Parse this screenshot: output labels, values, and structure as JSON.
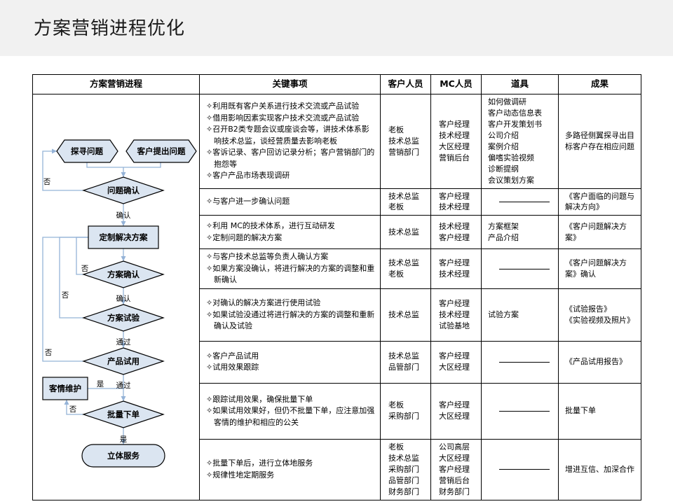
{
  "title": "方案营销进程优化",
  "table": {
    "headers": [
      "方案营销进程",
      "关键事项",
      "客户人员",
      "MC人员",
      "道具",
      "成果"
    ],
    "rows": [
      {
        "key": [
          "利用既有客户关系进行技术交流或产品试验",
          "借用影响因素实现客户技术交流或产品试验",
          "召开B2类专题会议或座谈会等，讲技术体系影响技术总监，谈经营质量去影响老板",
          "客诉记录、客户回访记录分析；客户营销部门的抱怨等",
          "客户产品市场表现调研"
        ],
        "customer": [
          "老板",
          "技术总监",
          "营销部门"
        ],
        "mc": [
          "客户经理",
          "技术经理",
          "大区经理",
          "营销后台"
        ],
        "tools": [
          "如何做调研",
          "客户动态信息表",
          "客户开发策划书",
          "公司介绍",
          "案例介绍",
          "偏嗜实验视频",
          "诊断提纲",
          "会议策划方案"
        ],
        "result": [
          "多路径侧翼探寻出目标客户存在相应问题"
        ]
      },
      {
        "key": [
          "与客户进一步确认问题"
        ],
        "customer": [
          "技术总监",
          "老板"
        ],
        "mc": [
          "客户经理",
          "技术经理"
        ],
        "tools": [],
        "result": [
          "《客户面临的问题与解决方向》"
        ]
      },
      {
        "key": [
          "利用 MC的技术体系，进行互动研发",
          "定制问题的解决方案"
        ],
        "customer": [
          "技术总监"
        ],
        "mc": [
          "技术经理",
          "客户经理"
        ],
        "tools": [
          "方案框架",
          "产品介绍"
        ],
        "result": [
          "《客户问题解决方案》"
        ]
      },
      {
        "key": [
          "与客户技术总监等负责人确认方案",
          "如果方案没确认，将进行解决的方案的调整和重新确认"
        ],
        "customer": [
          "技术总监",
          "老板"
        ],
        "mc": [
          "客户经理",
          "技术经理"
        ],
        "tools": [],
        "result": [
          "《客户问题解决方案》确认"
        ]
      },
      {
        "key": [
          "对确认的解决方案进行使用试验",
          "如果试验没通过将进行解决的方案的调整和重新确认及试验"
        ],
        "customer": [
          "技术总监"
        ],
        "mc": [
          "客户经理",
          "技术经理",
          "试验基地"
        ],
        "tools": [
          "试验方案"
        ],
        "result": [
          "《试验报告》",
          "《实验视频及照片》"
        ]
      },
      {
        "key": [
          "客户产品试用",
          "试用效果跟踪"
        ],
        "customer": [
          "技术总监",
          "品管部门"
        ],
        "mc": [
          "客户经理",
          "大区经理"
        ],
        "tools": [],
        "result": [
          "《产品试用报告》"
        ]
      },
      {
        "key": [
          "跟踪试用效果，确保批量下单",
          "如果试用效果好，但仍不批量下单，应注意加强客情的维护和相应的公关"
        ],
        "customer": [
          "老板",
          "采购部门"
        ],
        "mc": [
          "客户经理",
          "大区经理"
        ],
        "tools": [],
        "result": [
          "批量下单"
        ]
      },
      {
        "key": [
          "批量下单后，进行立体地服务",
          "规律性地定期服务"
        ],
        "customer": [
          "老板",
          "技术总监",
          "采购部门",
          "品管部门",
          "财务部门"
        ],
        "mc": [
          "公司高层",
          "大区经理",
          "客户经理",
          "营销后台",
          "财务部门"
        ],
        "tools": [],
        "result": [
          "增进互信、加深合作"
        ]
      }
    ]
  },
  "flowchart": {
    "nodes": [
      {
        "id": "explore",
        "label": "探寻问题",
        "shape": "hexagon"
      },
      {
        "id": "raise",
        "label": "客户提出问题",
        "shape": "hexagon"
      },
      {
        "id": "confirmq",
        "label": "问题确认",
        "shape": "diamond"
      },
      {
        "id": "custom",
        "label": "定制解决方案",
        "shape": "rect"
      },
      {
        "id": "confirmp",
        "label": "方案确认",
        "shape": "diamond"
      },
      {
        "id": "trial",
        "label": "方案试验",
        "shape": "diamond"
      },
      {
        "id": "prodtrial",
        "label": "产品试用",
        "shape": "diamond"
      },
      {
        "id": "maintain",
        "label": "客情维护",
        "shape": "rect"
      },
      {
        "id": "bulk",
        "label": "批量下单",
        "shape": "diamond"
      },
      {
        "id": "service",
        "label": "立体服务",
        "shape": "rounded"
      }
    ],
    "edge_labels": {
      "no1": "否",
      "yes1": "确认",
      "no2": "否",
      "yes2": "确认",
      "no3": "否",
      "yes3": "通过",
      "no4": "否",
      "yes4": "通过",
      "yes5": "是",
      "no5": "否",
      "yes6": "是"
    },
    "colors": {
      "node_fill": "#dbe5f1",
      "node_stroke": "#000000",
      "connector": "#95b3d7",
      "band": "#f1f1f1"
    }
  }
}
